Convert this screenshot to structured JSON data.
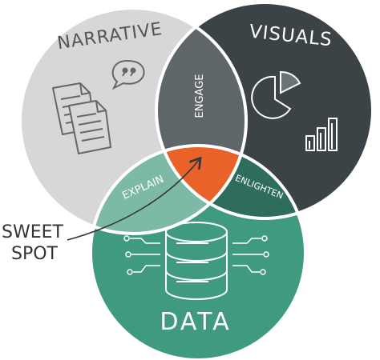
{
  "diagram": {
    "circles": [
      {
        "key": "narrative",
        "label": "NARRATIVE",
        "color": "#d7d7d9"
      },
      {
        "key": "visuals",
        "label": "VISUALS",
        "color": "#3b4347"
      },
      {
        "key": "data",
        "label": "DATA",
        "color": "#3f9a80"
      }
    ],
    "overlaps": [
      {
        "key": "narrative-visuals",
        "label": "ENGAGE",
        "color": "#5f6669"
      },
      {
        "key": "narrative-data",
        "label": "EXPLAIN",
        "color": "#7cb9a6"
      },
      {
        "key": "visuals-data",
        "label": "ENLIGHTEN",
        "color": "#2e6c5b"
      }
    ],
    "center": {
      "label": "SWEET SPOT",
      "line1": "SWEET",
      "line2": "SPOT",
      "color": "#e8622a"
    },
    "icons": {
      "narrative": [
        "documents-icon",
        "speech-bubble-icon"
      ],
      "visuals": [
        "pie-chart-icon",
        "bar-chart-icon"
      ],
      "data": [
        "database-icon",
        "circuit-lines-icon"
      ]
    },
    "colors": {
      "line": "#ffffff",
      "ink": "#333333"
    }
  }
}
